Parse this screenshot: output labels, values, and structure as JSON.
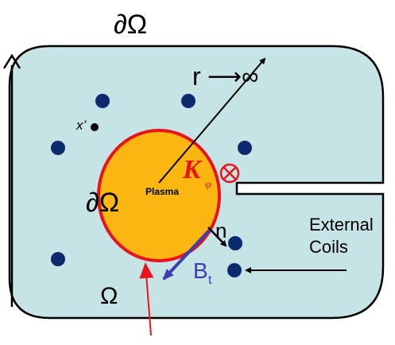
{
  "labels": {
    "outer_boundary": "∂Ω",
    "radius": "r",
    "radius_arrow": "⟶∞",
    "x_prime": "x’",
    "plasma": "Plasma",
    "current_symbol": "K",
    "current_subscript": "φ",
    "inner_boundary": "∂Ω",
    "normal": "n",
    "field": "B",
    "field_subscript": "t",
    "domain": "Ω",
    "external_coils_line1": "External",
    "external_coils_line2": "Coils"
  },
  "colors": {
    "vessel_fill": "#c6e3e6",
    "plasma_fill": "#fbb612",
    "plasma_edge": "#e8141c",
    "coil": "#0d2a6e",
    "current_label": "#e8141c",
    "field_arrow": "#3b3fb0"
  },
  "coil_count": 7
}
